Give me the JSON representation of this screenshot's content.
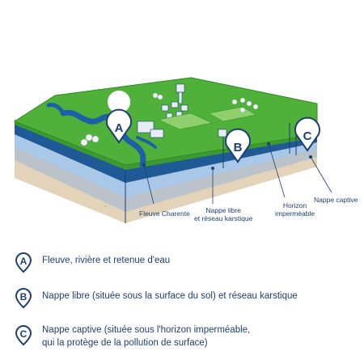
{
  "markers": {
    "a": "A",
    "b": "B",
    "c": "C"
  },
  "labels": {
    "fleuve": "Fleuve Charente",
    "nappe_libre_l1": "Nappe libre",
    "nappe_libre_l2": "et réseau karstique",
    "horizon_l1": "Horizon",
    "horizon_l2": "imperméable",
    "nappe_captive": "Nappe captive"
  },
  "legend": [
    {
      "letter": "A",
      "lines": [
        "Fleuve, rivière et retenue d'eau"
      ]
    },
    {
      "letter": "B",
      "lines": [
        "Nappe libre (située sous la surface du sol) et réseau karstique"
      ]
    },
    {
      "letter": "C",
      "lines": [
        "Nappe captive (située sous l'horizon imperméable,",
        "qui la protège de la pollution de surface)"
      ]
    }
  ],
  "colors": {
    "navy": "#1d3f73",
    "grass": "#4fb13a",
    "water_blue": "#1e5fa8",
    "layer_light_blue": "#a9c8e8",
    "layer_gray": "#bcc2c9",
    "layer_sand": "#e2d3b9"
  }
}
